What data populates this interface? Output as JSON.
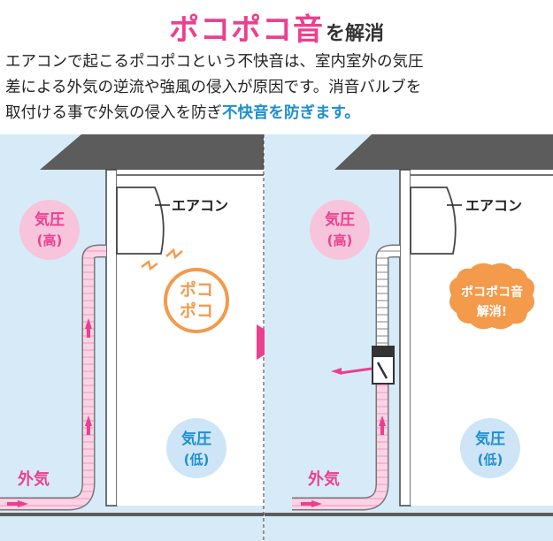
{
  "title": {
    "main": "ポコポコ音",
    "sub": "を解消"
  },
  "description": {
    "lines": [
      "エアコンで起こるポコポコという不快音は、室内室外の気圧",
      "差による外気の逆流や強風の侵入が原因です。消音バルブを",
      "取付ける事で外気の侵入を防ぎ"
    ],
    "highlight": "不快音を防ぎます。"
  },
  "before": {
    "outside_pressure": {
      "line1": "気圧",
      "line2": "(高)"
    },
    "aircon_label": "エアコン",
    "noise": {
      "line1": "ポコ",
      "line2": "ポコ"
    },
    "inside_pressure": {
      "line1": "気圧",
      "line2": "(低)"
    },
    "outside_air_label": "外気"
  },
  "after": {
    "outside_pressure": {
      "line1": "気圧",
      "line2": "(高)"
    },
    "aircon_label": "エアコン",
    "solved": {
      "line1": "ポコポコ音",
      "line2": "解消!"
    },
    "inside_pressure": {
      "line1": "気圧",
      "line2": "(低)"
    },
    "outside_air_label": "外気"
  },
  "colors": {
    "sky": "#d6ebf7",
    "pink": "#ec3f8f",
    "pink_light": "#fbd3e5",
    "orange": "#f39a4b",
    "blue_text": "#1d8fd0",
    "roof": "#5c5c5c"
  }
}
